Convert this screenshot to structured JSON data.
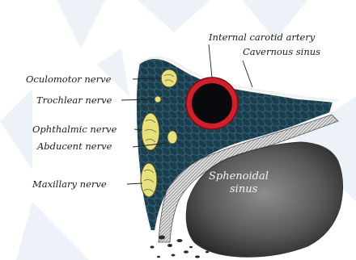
{
  "labels": {
    "internal_carotid_artery": "Internal carotid artery",
    "cavernous_sinus": "Cavernous sinus",
    "oculomotor_nerve": "Oculomotor nerve",
    "trochlear_nerve": "Trochlear nerve",
    "ophthalmic_nerve": "Ophthalmic nerve",
    "abducent_nerve": "Abducent nerve",
    "maxillary_nerve": "Maxillary nerve",
    "sphenoidal_sinus_line1": "Sphenoidal",
    "sphenoidal_sinus_line2": "sinus"
  },
  "colors": {
    "sinus_fill": "#1c3d4c",
    "artery_ring": "#d21f2a",
    "artery_lumen": "#0a0a0e",
    "nerve_fill": "#e8e07c",
    "bone_gray": "#6e6e6e",
    "watermark": "#dfe6f3"
  }
}
